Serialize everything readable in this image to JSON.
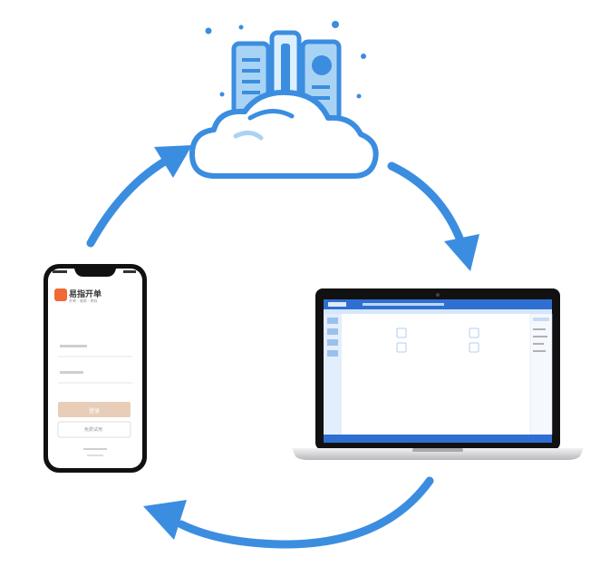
{
  "diagram": {
    "nodes": [
      {
        "id": "cloud-server",
        "icon": "cloud-buildings-icon"
      },
      {
        "id": "laptop-desktop-client",
        "icon": "laptop-icon"
      },
      {
        "id": "mobile-app",
        "icon": "smartphone-icon"
      }
    ],
    "edges": [
      {
        "from": "mobile-app",
        "to": "cloud-server",
        "icon": "arrow-icon"
      },
      {
        "from": "cloud-server",
        "to": "laptop-desktop-client",
        "icon": "arrow-icon"
      },
      {
        "from": "laptop-desktop-client",
        "to": "mobile-app",
        "icon": "arrow-icon"
      }
    ]
  },
  "colors": {
    "primary_blue": "#3b8de0",
    "light_blue": "#a9d3f5",
    "pale_blue": "#dcefff",
    "app_orange": "#f06a35",
    "app_button": "#e8cdb8",
    "laptop_frame": "#111111",
    "laptop_silver": "#d9d9dc"
  },
  "phone_app": {
    "title": "易指开单",
    "subtitle": "开单 · 收款 · 库存",
    "login_button": "登录",
    "trial_button": "免费试用"
  }
}
